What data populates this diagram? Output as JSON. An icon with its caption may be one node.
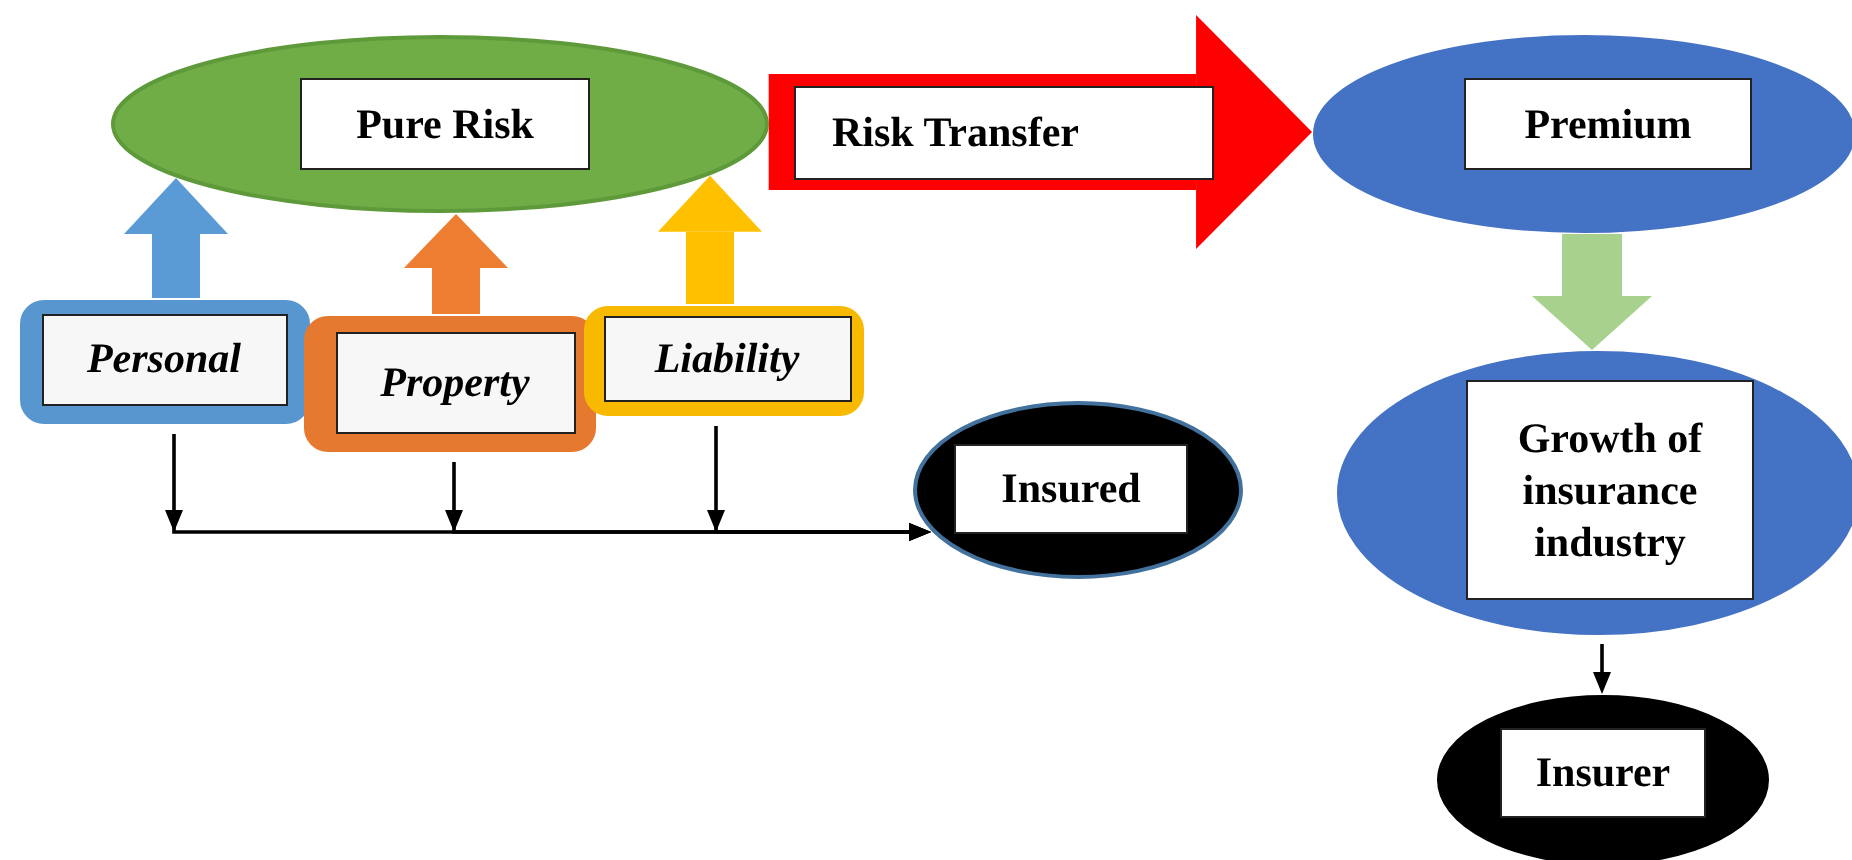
{
  "diagram": {
    "nodes": [
      {
        "text": [
          "Pure Risk"
        ]
      },
      {
        "text": [
          "Premium"
        ]
      },
      {
        "text": [
          "Personal"
        ]
      },
      {
        "text": [
          "Property"
        ]
      },
      {
        "text": [
          "Liability"
        ]
      },
      {
        "text": [
          "Insured"
        ]
      },
      {
        "text": [
          "Growth of insurance industry"
        ]
      },
      {
        "text": [
          "Insurer"
        ]
      }
    ],
    "edges": [
      {
        "from": 0,
        "to": 1,
        "arrow": "to",
        "label": "Risk Transfer",
        "style": "thick",
        "color": "#ff0000"
      },
      {
        "from": 2,
        "to": 0,
        "arrow": "to",
        "color": "#5b9bd5"
      },
      {
        "from": 3,
        "to": 0,
        "arrow": "to",
        "color": "#ed7d31"
      },
      {
        "from": 4,
        "to": 0,
        "arrow": "to",
        "color": "#ffc000"
      },
      {
        "from": 1,
        "to": 6,
        "arrow": "to",
        "color": "#a9d18e"
      },
      {
        "from": 2,
        "to": 5,
        "arrow": "to"
      },
      {
        "from": 3,
        "to": 5,
        "arrow": "to"
      },
      {
        "from": 4,
        "to": 5,
        "arrow": "to"
      },
      {
        "from": 6,
        "to": 7,
        "arrow": "to"
      }
    ]
  }
}
